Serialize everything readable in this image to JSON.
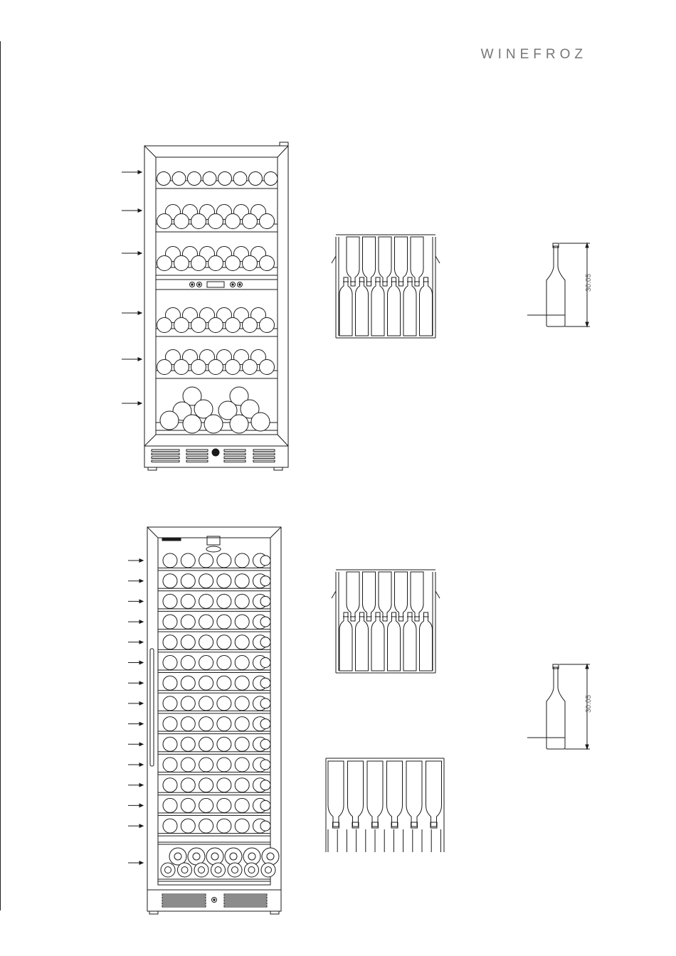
{
  "brand": {
    "name": "WINEFROZ"
  },
  "figures": {
    "top": {
      "bottle_height_label": "30.05"
    },
    "bottom": {
      "bottle_height_label": "30.05"
    }
  },
  "colors": {
    "line": "#1a1a1a",
    "brand": "#777777"
  }
}
